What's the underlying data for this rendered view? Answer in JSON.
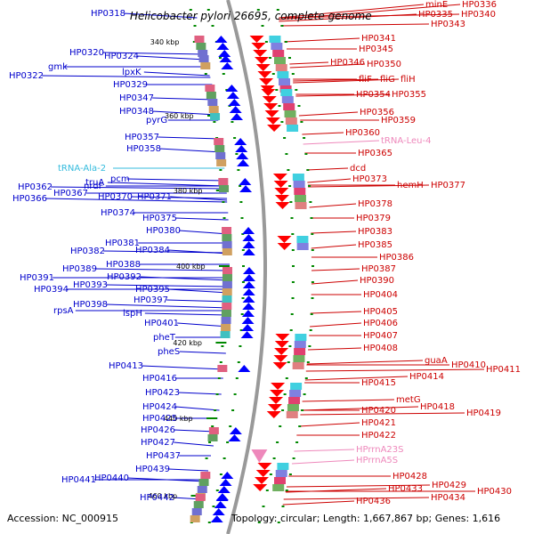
{
  "title": "Helicobacter pylori 26695, complete genome",
  "footer": {
    "accession": "Accession: NC_000915",
    "summary": "Topology: circular; Length: 1,667,867 bp; Genes: 1,616"
  },
  "colors": {
    "forward_label": "#0000cc",
    "reverse_label": "#cc0000",
    "trna_forward": "#33bbdd",
    "rrna_reverse": "#ee88bb",
    "backbone": "#999999",
    "tick": "#008800"
  },
  "scale_labels": [
    "340 kbp",
    "360 kbp",
    "380 kbp",
    "400 kbp",
    "420 kbp",
    "440 kbp",
    "460 kbp"
  ],
  "left_labels": [
    "HP0318",
    "HP0320",
    "HP0324",
    "gmk",
    "HP0322",
    "lpxK",
    "HP0329",
    "HP0347",
    "HP0348",
    "pyrG",
    "HP0357",
    "HP0358",
    "tRNA-Ala-2",
    "pcm",
    "truA",
    "nrdF",
    "HP0362",
    "HP0366",
    "HP0367",
    "HP0370",
    "HP0371",
    "HP0374",
    "HP0375",
    "HP0380",
    "HP0381",
    "HP0382",
    "HP0384",
    "HP0388",
    "HP0389",
    "HP0392",
    "HP0391",
    "HP0393",
    "HP0395",
    "HP0394",
    "HP0397",
    "HP0398",
    "rpsA",
    "ispH",
    "HP0401",
    "pheT",
    "pheS",
    "HP0413",
    "HP0416",
    "HP0423",
    "HP0424",
    "HP0425",
    "HP0426",
    "HP0427",
    "HP0437",
    "HP0439",
    "HP0440",
    "HP0441",
    "HP0442"
  ],
  "right_labels": [
    "minE",
    "HP0336",
    "HP0335",
    "HP0340",
    "HP0343",
    "HP0341",
    "HP0345",
    "HP0346",
    "HP0350",
    "fliF",
    "fliG",
    "fliH",
    "HP0354",
    "HP0355",
    "HP0356",
    "HP0359",
    "HP0360",
    "tRNA-Leu-4",
    "HP0365",
    "dcd",
    "HP0373",
    "hemH",
    "HP0377",
    "HP0378",
    "HP0379",
    "HP0383",
    "HP0385",
    "HP0386",
    "HP0387",
    "HP0390",
    "HP0404",
    "HP0405",
    "HP0406",
    "HP0407",
    "HP0408",
    "guaA",
    "HP0410",
    "HP0411",
    "HP0414",
    "HP0415",
    "metG",
    "HP0418",
    "HP0420",
    "HP0419",
    "HP0421",
    "HP0422",
    "HPrrnA23S",
    "HPrrnA5S",
    "HP0428",
    "HP0429",
    "HP0433",
    "HP0430",
    "HP0434",
    "HP0436"
  ]
}
